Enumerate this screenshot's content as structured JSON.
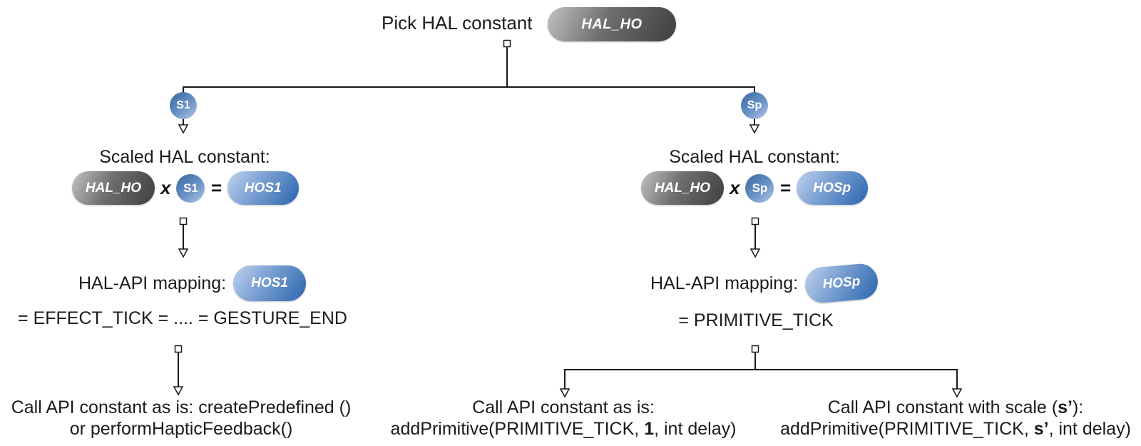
{
  "root": {
    "label": "Pick HAL constant",
    "pill": "HAL_HO"
  },
  "left": {
    "scale_badge": "S1",
    "scaled_heading": "Scaled HAL constant:",
    "formula": {
      "hal": "HAL_HO",
      "times": "x",
      "scale": "S1",
      "equals": "=",
      "result": "HOS1"
    },
    "mapping_heading": "HAL-API mapping:",
    "mapping_pill": "HOS1",
    "mapping_equation": "= EFFECT_TICK = .... = GESTURE_END",
    "call": {
      "line1": "Call API constant as is: createPredefined ()",
      "line2": "or performHapticFeedback()"
    }
  },
  "right": {
    "scale_badge": "Sp",
    "scaled_heading": "Scaled HAL constant:",
    "formula": {
      "hal": "HAL_HO",
      "times": "x",
      "scale": "Sp",
      "equals": "=",
      "result": "HOSp"
    },
    "mapping_heading": "HAL-API mapping:",
    "mapping_pill": "HOSp",
    "mapping_equation": "= PRIMITIVE_TICK",
    "call_as_is": {
      "line1": "Call API constant as is:",
      "line2_pre": "addPrimitive(PRIMITIVE_TICK, ",
      "line2_bold": "1",
      "line2_post": ", int delay)"
    },
    "call_with_scale": {
      "line1_pre": "Call API constant with scale (",
      "line1_bold": "s’",
      "line1_post": "):",
      "line2_pre": "addPrimitive(PRIMITIVE_TICK, ",
      "line2_bold": "s’",
      "line2_post": ", int delay)"
    }
  },
  "colors": {
    "line": "#1a1a1a",
    "text": "#1b1b1b",
    "pill_gray_light": "#c2c2c2",
    "pill_gray_dark": "#3f3f3f",
    "pill_blue_light": "#bfd2ee",
    "pill_blue_dark": "#2a65ae",
    "badge_blue_light": "#b2c7e6",
    "badge_blue_dark": "#35689f"
  }
}
